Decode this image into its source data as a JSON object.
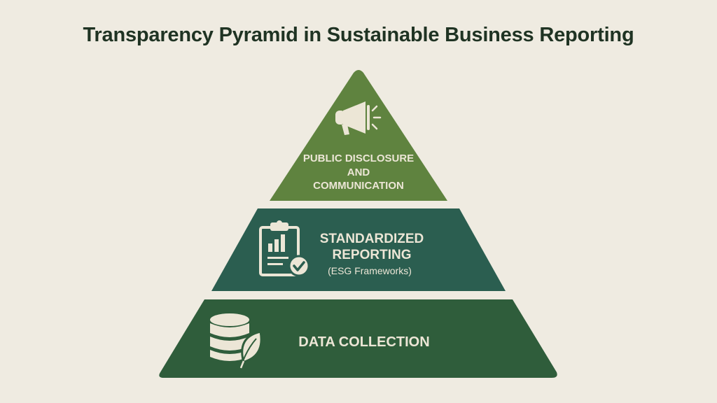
{
  "title": "Transparency Pyramid in Sustainable Business Reporting",
  "tiers": [
    {
      "lines": [
        "PUBLIC DISCLOSURE",
        "AND",
        "COMMUNICATION"
      ],
      "icon": "megaphone-icon",
      "color": "#5f833f"
    },
    {
      "lines": [
        "STANDARDIZED",
        "REPORTING"
      ],
      "subtitle": "(ESG Frameworks)",
      "icon": "clipboard-chart-check-icon",
      "color": "#2b5e50"
    },
    {
      "lines": [
        "DATA COLLECTION"
      ],
      "icon": "database-leaf-icon",
      "color": "#2f5d3b"
    }
  ],
  "colors": {
    "background": "#efebe1",
    "title": "#1f3323",
    "icon": "#ece6d6"
  }
}
